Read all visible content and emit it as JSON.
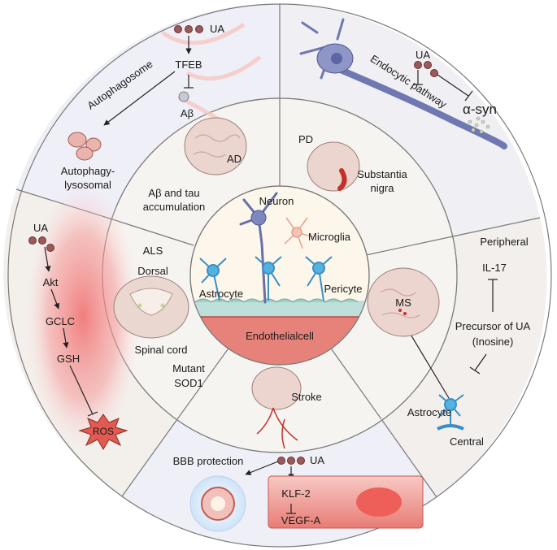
{
  "top_left": {
    "ua": "UA",
    "tfeb": "TFEB",
    "abeta": "Aβ",
    "autophagosome": "Autophagosome",
    "autophagy_line1": "Autophagy-",
    "autophagy_line2": "lysosomal"
  },
  "top_right": {
    "ua": "UA",
    "endocytic": "Endocytic pathway",
    "asyn": "α-syn"
  },
  "left": {
    "ua": "UA",
    "akt": "Akt",
    "gclc": "GCLC",
    "gsh": "GSH",
    "ros": "ROS"
  },
  "right": {
    "peripheral": "Peripheral",
    "il17": "IL-17",
    "precursor_line1": "Precursor of UA",
    "precursor_line2": "(Inosine)",
    "astrocyte": "Astrocyte",
    "central": "Central"
  },
  "bottom": {
    "bbb": "BBB protection",
    "ua": "UA",
    "klf2": "KLF-2",
    "vegfa": "VEGF-A"
  },
  "mid": {
    "ad": "AD",
    "abeta_tau_line1": "Aβ and tau",
    "abeta_tau_line2": "accumulation",
    "pd": "PD",
    "substantia_line1": "Substantia",
    "substantia_line2": "nigra",
    "als": "ALS",
    "dorsal": "Dorsal",
    "spinal": "Spinal cord",
    "mutant_line1": "Mutant",
    "mutant_line2": "SOD1",
    "ms": "MS",
    "stroke": "Stroke"
  },
  "center": {
    "neuron": "Neuron",
    "microglia": "Microglia",
    "astrocyte": "Astrocyte",
    "pericyte": "Pericyte",
    "endothelial": "Endothelialcell"
  }
}
